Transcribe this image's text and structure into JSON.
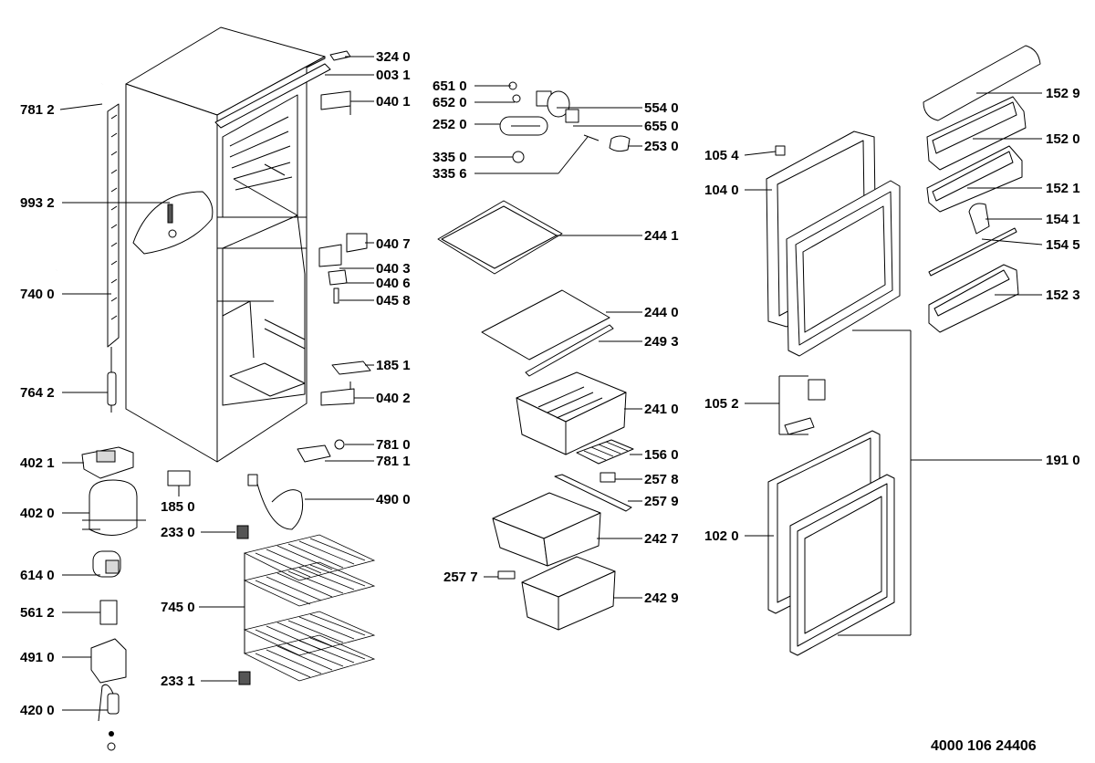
{
  "document_number": "4000 106 24406",
  "callouts": [
    {
      "id": "324 0",
      "text": "324 0"
    },
    {
      "id": "003 1",
      "text": "003 1"
    },
    {
      "id": "040 1",
      "text": "040 1"
    },
    {
      "id": "781 2",
      "text": "781 2"
    },
    {
      "id": "993 2",
      "text": "993 2"
    },
    {
      "id": "740 0",
      "text": "740 0"
    },
    {
      "id": "040 7",
      "text": "040 7"
    },
    {
      "id": "040 3",
      "text": "040 3"
    },
    {
      "id": "040 6",
      "text": "040 6"
    },
    {
      "id": "045 8",
      "text": "045 8"
    },
    {
      "id": "764 2",
      "text": "764 2"
    },
    {
      "id": "185 1",
      "text": "185 1"
    },
    {
      "id": "040 2",
      "text": "040 2"
    },
    {
      "id": "781 0",
      "text": "781 0"
    },
    {
      "id": "781 1",
      "text": "781 1"
    },
    {
      "id": "402 1",
      "text": "402 1"
    },
    {
      "id": "402 0",
      "text": "402 0"
    },
    {
      "id": "185 0",
      "text": "185 0"
    },
    {
      "id": "490 0",
      "text": "490 0"
    },
    {
      "id": "233 0",
      "text": "233 0"
    },
    {
      "id": "614 0",
      "text": "614 0"
    },
    {
      "id": "561 2",
      "text": "561 2"
    },
    {
      "id": "745 0",
      "text": "745 0"
    },
    {
      "id": "491 0",
      "text": "491 0"
    },
    {
      "id": "233 1",
      "text": "233 1"
    },
    {
      "id": "420 0",
      "text": "420 0"
    },
    {
      "id": "651 0",
      "text": "651 0"
    },
    {
      "id": "652 0",
      "text": "652 0"
    },
    {
      "id": "554 0",
      "text": "554 0"
    },
    {
      "id": "252 0",
      "text": "252 0"
    },
    {
      "id": "655 0",
      "text": "655 0"
    },
    {
      "id": "253 0",
      "text": "253 0"
    },
    {
      "id": "335 0",
      "text": "335 0"
    },
    {
      "id": "335 6",
      "text": "335 6"
    },
    {
      "id": "244 1",
      "text": "244 1"
    },
    {
      "id": "244 0",
      "text": "244 0"
    },
    {
      "id": "249 3",
      "text": "249 3"
    },
    {
      "id": "241 0",
      "text": "241 0"
    },
    {
      "id": "156 0",
      "text": "156 0"
    },
    {
      "id": "257 8",
      "text": "257 8"
    },
    {
      "id": "257 9",
      "text": "257 9"
    },
    {
      "id": "242 7",
      "text": "242 7"
    },
    {
      "id": "257 7",
      "text": "257 7"
    },
    {
      "id": "242 9",
      "text": "242 9"
    },
    {
      "id": "105 4",
      "text": "105 4"
    },
    {
      "id": "104 0",
      "text": "104 0"
    },
    {
      "id": "105 2",
      "text": "105 2"
    },
    {
      "id": "102 0",
      "text": "102 0"
    },
    {
      "id": "191 0",
      "text": "191 0"
    },
    {
      "id": "152 9",
      "text": "152 9"
    },
    {
      "id": "152 0",
      "text": "152 0"
    },
    {
      "id": "152 1",
      "text": "152 1"
    },
    {
      "id": "154 1",
      "text": "154 1"
    },
    {
      "id": "154 5",
      "text": "154 5"
    },
    {
      "id": "152 3",
      "text": "152 3"
    }
  ]
}
